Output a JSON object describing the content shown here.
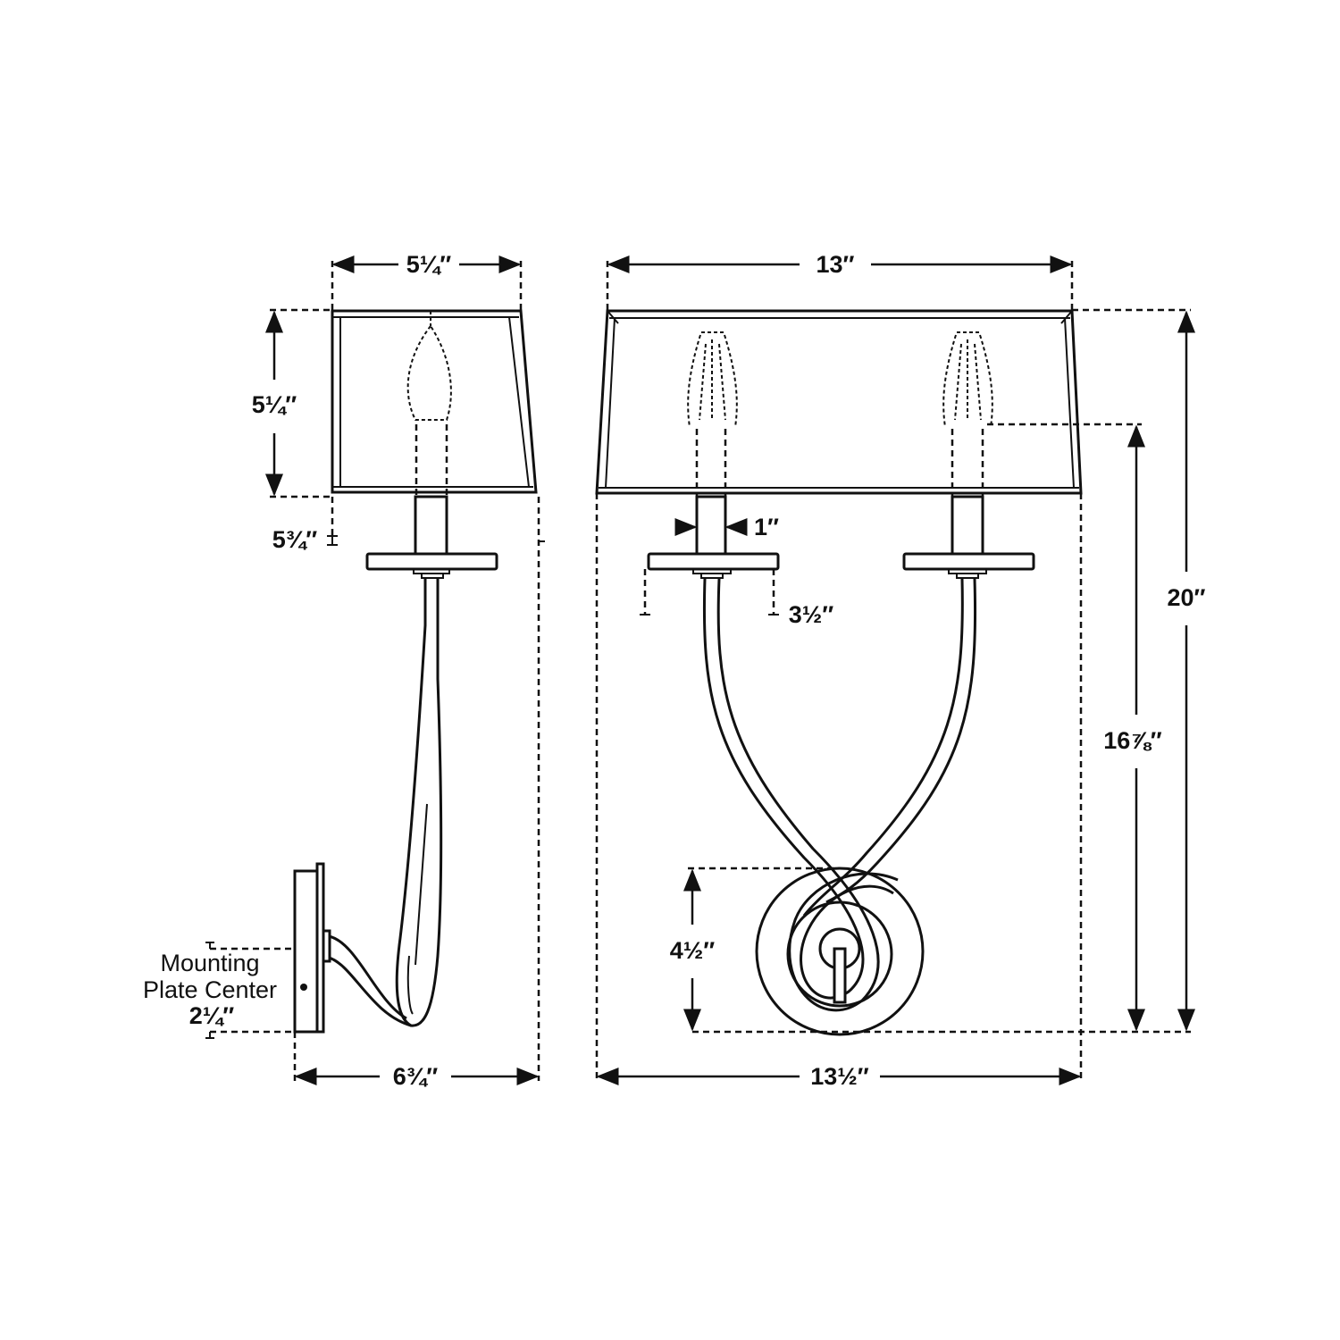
{
  "diagram": {
    "side_view": {
      "shade_width": "5¼″",
      "shade_height": "5¼″",
      "shade_offset": "5¾″",
      "extension": "6¾″",
      "mounting_label_line1": "Mounting",
      "mounting_label_line2": "Plate Center",
      "mounting_value": "2¼″"
    },
    "front_view": {
      "shade_width": "13″",
      "overall_width": "13½″",
      "overall_height": "20″",
      "socket_height": "16⅞″",
      "backplate_height": "4½″",
      "stem_width": "1″",
      "bobeche_width": "3½″"
    }
  }
}
